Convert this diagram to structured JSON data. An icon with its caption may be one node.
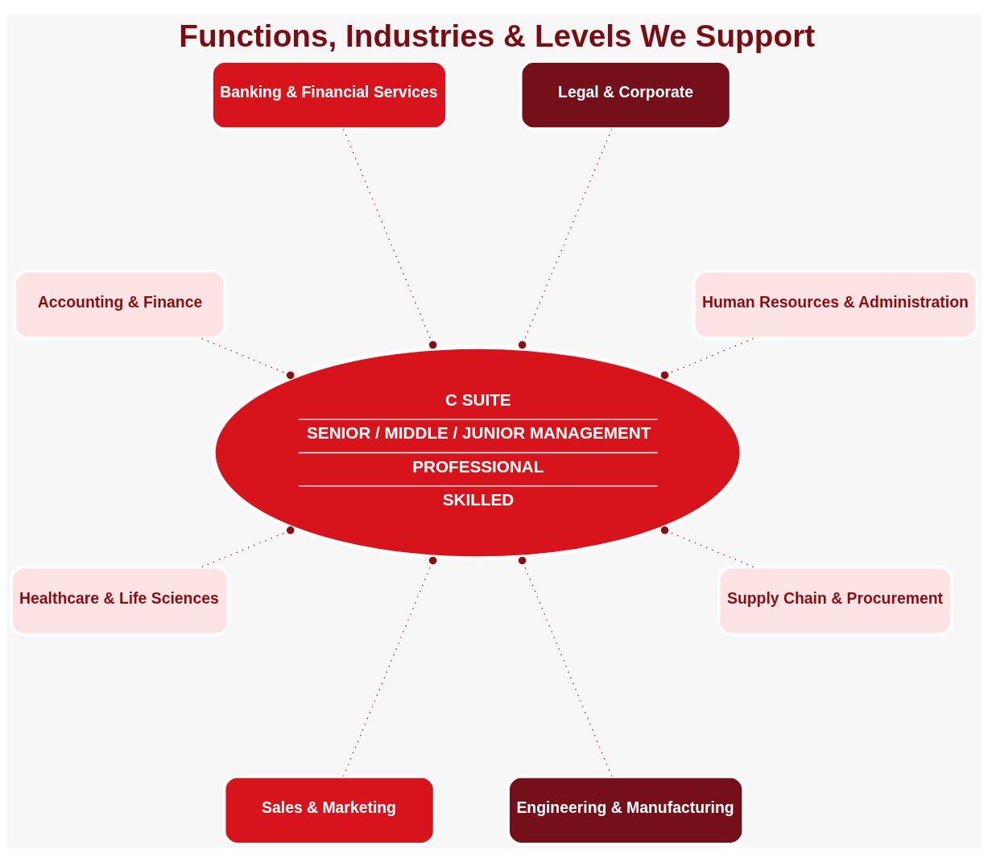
{
  "diagram": {
    "title": "Functions, Industries & Levels We Support",
    "nodes": [
      {
        "text": [
          "Human Resources & Administration"
        ]
      },
      {
        "text": [
          "Legal & Corporate"
        ]
      },
      {
        "text": [
          "Banking & Financial Services"
        ]
      },
      {
        "text": [
          "C SUITE",
          "SENIOR / MIDDLE / JUNIOR MANAGEMENT",
          "PROFESSIONAL",
          "SKILLED"
        ]
      },
      {
        "text": [
          "Accounting & Finance"
        ]
      },
      {
        "text": [
          "Healthcare & Life Sciences"
        ]
      },
      {
        "text": [
          "Sales & Marketing"
        ]
      },
      {
        "text": [
          "Engineering & Manufacturing"
        ]
      },
      {
        "text": [
          "Supply Chain & Procurement"
        ]
      }
    ],
    "edges": [
      {
        "from": 0,
        "to": 3,
        "arrow": "other",
        "style": "dashed"
      },
      {
        "from": 2,
        "to": 3,
        "arrow": "other",
        "style": "dashed"
      },
      {
        "from": 5,
        "to": 3,
        "arrow": "other",
        "style": "dashed"
      },
      {
        "from": 7,
        "to": 3,
        "arrow": "other",
        "style": "dashed"
      },
      {
        "from": 8,
        "to": 3,
        "arrow": "other",
        "style": "dashed"
      },
      {
        "from": 6,
        "to": 3,
        "arrow": "other",
        "style": "dashed"
      },
      {
        "from": 4,
        "to": 3,
        "arrow": "other",
        "style": "dashed"
      },
      {
        "from": 1,
        "to": 3,
        "arrow": "other",
        "style": "dashed"
      }
    ]
  }
}
